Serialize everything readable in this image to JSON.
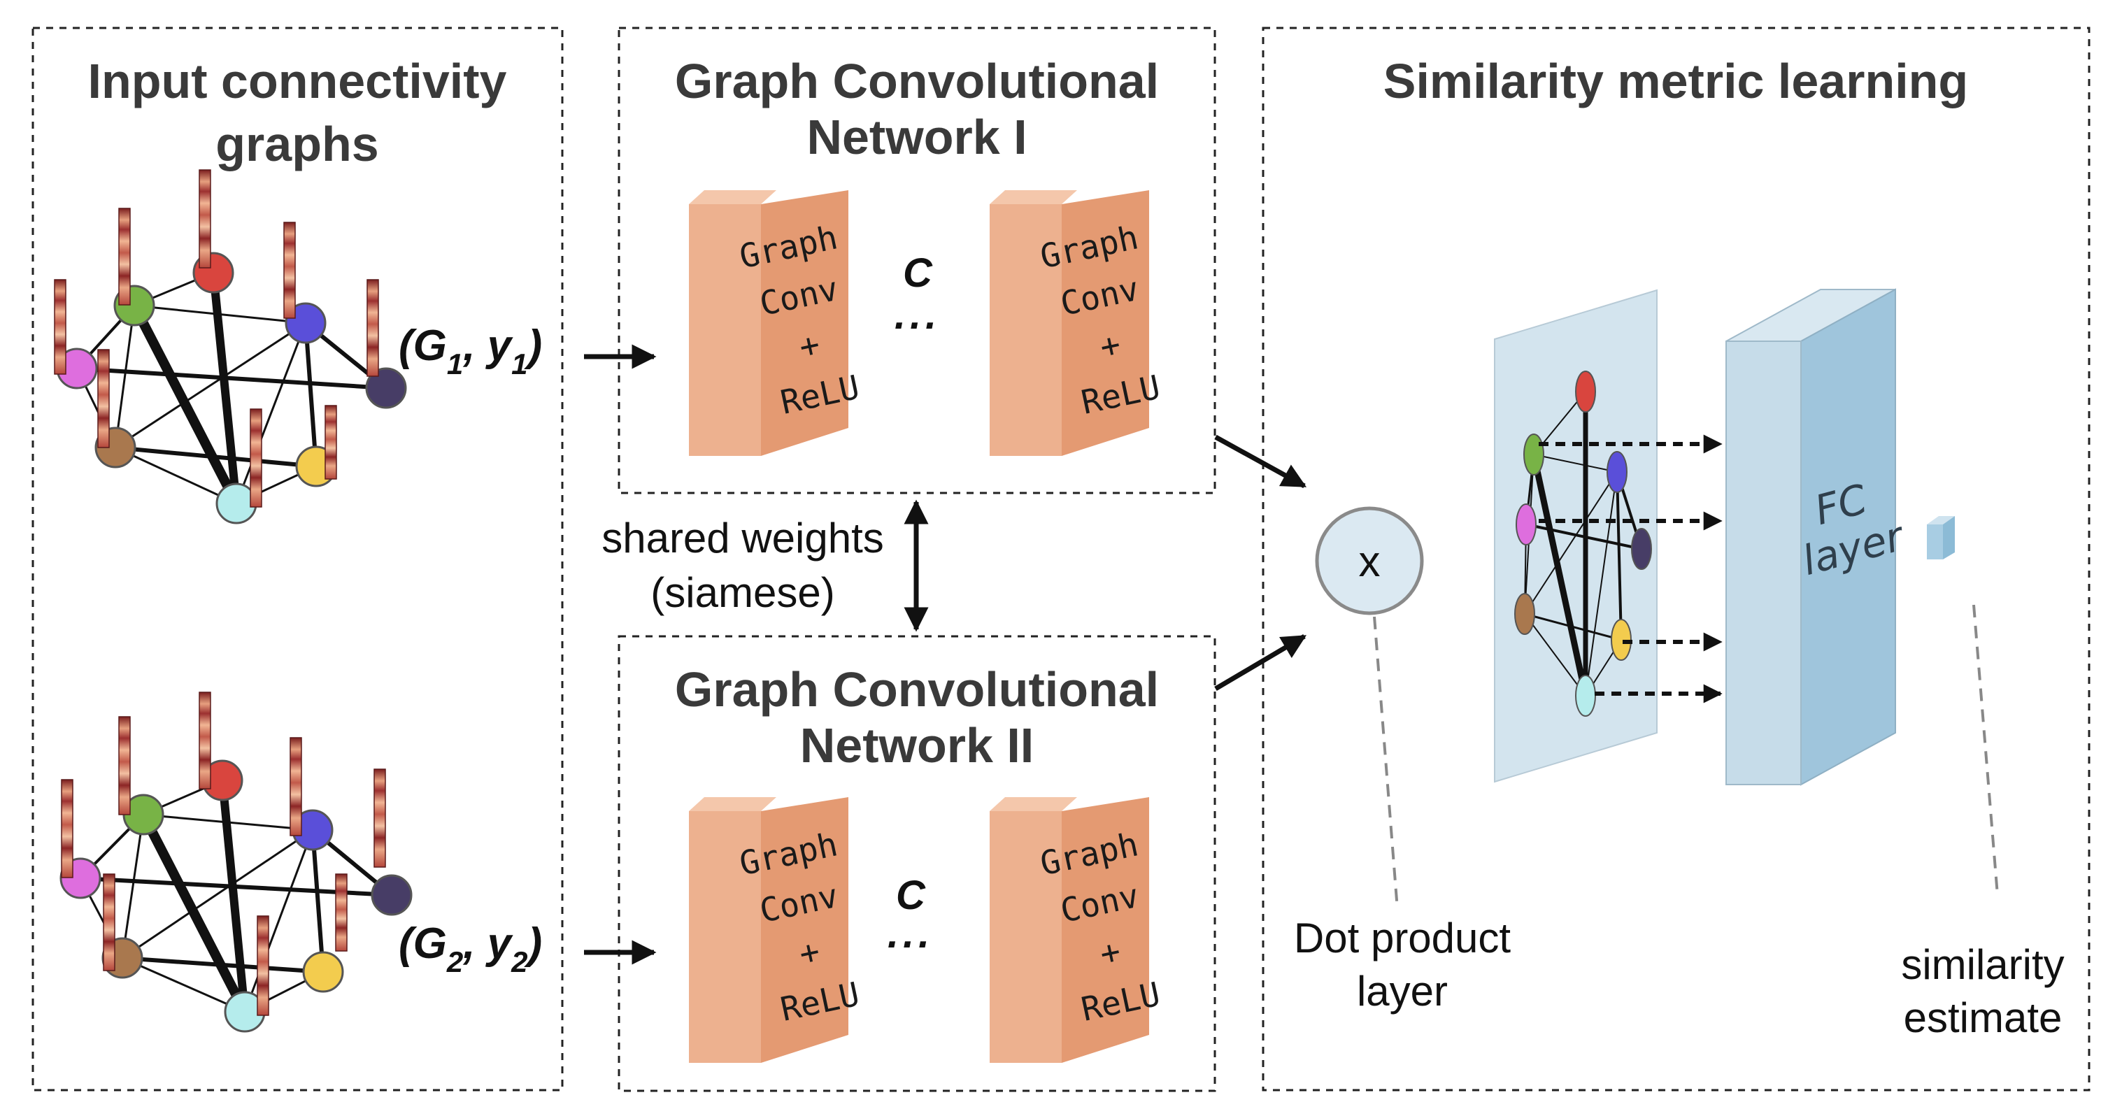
{
  "panels": {
    "input": {
      "title_line1": "Input connectivity",
      "title_line2": "graphs"
    },
    "gcn1": {
      "title_line1": "Graph Convolutional",
      "title_line2": "Network I"
    },
    "gcn2": {
      "title_line1": "Graph Convolutional",
      "title_line2": "Network II"
    },
    "similarity": {
      "title": "Similarity metric learning"
    }
  },
  "graph_labels": {
    "g1": {
      "main": "(G",
      "sub": "1",
      "sep": ", y",
      "sub2": "1",
      "close": ")"
    },
    "g2": {
      "main": "(G",
      "sub": "2",
      "sep": ", y",
      "sub2": "2",
      "close": ")"
    }
  },
  "conv_block": {
    "line1": "Graph",
    "line2": "Conv",
    "line3": "+",
    "line4": "ReLU"
  },
  "repeat": {
    "count_label": "C",
    "dots": "..."
  },
  "shared": {
    "line1": "shared weights",
    "line2": "(siamese)"
  },
  "dot_product": {
    "symbol": "x",
    "label_line1": "Dot product",
    "label_line2": "layer"
  },
  "fc_layer": {
    "line1": "FC",
    "line2": "layer"
  },
  "similarity_estimate": {
    "line1": "similarity",
    "line2": "estimate"
  },
  "colors": {
    "conv_front": "#edb18f",
    "conv_side": "#e49a72",
    "conv_top": "#f4c7ab",
    "fc_front": "#c6dce9",
    "fc_side": "#9fc5dc",
    "fc_top": "#d9e8f1",
    "plane": "#d3e4ee",
    "dot_fill": "#dbe9f2",
    "node_colors": [
      "#de6ede",
      "#78b346",
      "#d9453e",
      "#5a4fd9",
      "#473d66",
      "#a9784e",
      "#f3cc4e",
      "#b5ecec"
    ]
  }
}
